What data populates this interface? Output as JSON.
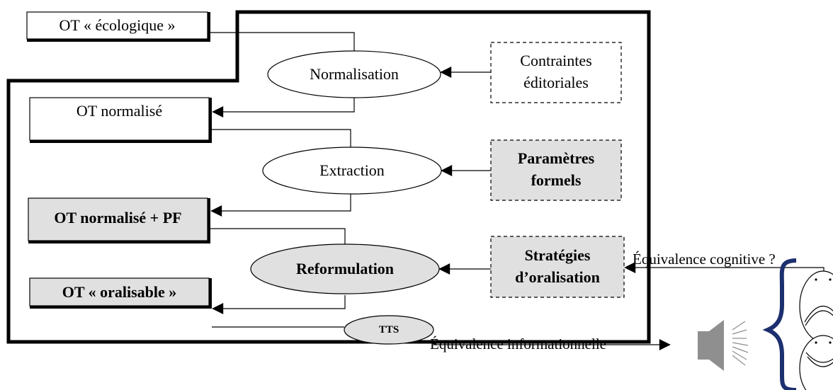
{
  "diagram": {
    "inputs": {
      "ecologique": "OT « écologique »",
      "normalise": "OT normalisé",
      "normalise_pf": "OT normalisé + PF",
      "oralisable": "OT « oralisable »"
    },
    "processes": {
      "normalisation": "Normalisation",
      "extraction": "Extraction",
      "reformulation": "Reformulation",
      "tts": "TTS"
    },
    "resources": {
      "contraintes_l1": "Contraintes",
      "contraintes_l2": "éditoriales",
      "parametres_l1": "Paramètres",
      "parametres_l2": "formels",
      "strategies_l1": "Stratégies",
      "strategies_l2": "d’oralisation"
    },
    "annotations": {
      "equivalence_cognitive": "Équivalence cognitive ?",
      "equivalence_informationnelle": "Équivalence informationnelle"
    },
    "colors": {
      "shaded_fill": "#e0e0e0",
      "speaker_gray": "#8f8f8f",
      "brace_blue": "#1c2f6e",
      "line": "#000000"
    },
    "icons": [
      "speaker-icon",
      "sad-face-icon",
      "happy-face-icon",
      "curly-brace-icon"
    ]
  }
}
